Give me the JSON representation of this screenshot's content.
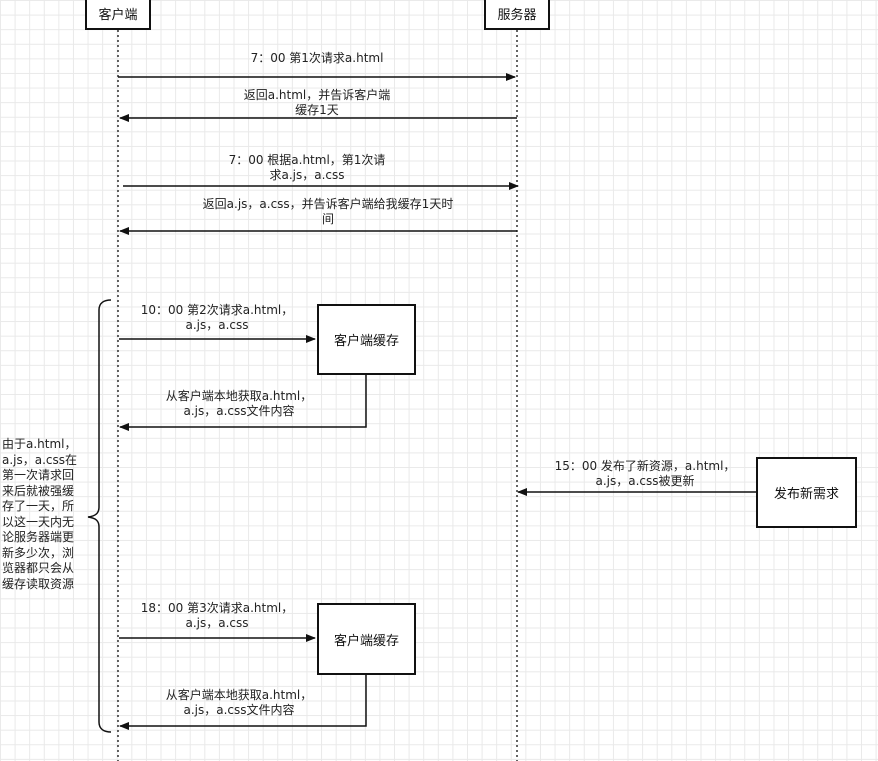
{
  "participants": {
    "client": "客户端",
    "server": "服务器"
  },
  "messages": [
    {
      "id": "m1",
      "lines": [
        "7：00 第1次请求a.html"
      ]
    },
    {
      "id": "m2",
      "lines": [
        "返回a.html，并告诉客户端",
        "缓存1天"
      ]
    },
    {
      "id": "m3",
      "lines": [
        "7：00 根据a.html，第1次请",
        "求a.js，a.css"
      ]
    },
    {
      "id": "m4",
      "lines": [
        "返回a.js，a.css，并告诉客户端给我缓存1天时",
        "间"
      ]
    },
    {
      "id": "m5",
      "lines": [
        "10：00 第2次请求a.html，",
        "a.js，a.css"
      ]
    },
    {
      "id": "m6",
      "lines": [
        "从客户端本地获取a.html，",
        "a.js，a.css文件内容"
      ]
    },
    {
      "id": "m7",
      "lines": [
        "15：00 发布了新资源，a.html，",
        "a.js，a.css被更新"
      ]
    },
    {
      "id": "m8",
      "lines": [
        "18：00 第3次请求a.html，",
        "a.js，a.css"
      ]
    },
    {
      "id": "m9",
      "lines": [
        "从客户端本地获取a.html，",
        "a.js，a.css文件内容"
      ]
    }
  ],
  "boxes": {
    "cache1": "客户端缓存",
    "cache2": "客户端缓存",
    "publish": "发布新需求"
  },
  "note": {
    "lines": [
      "由于a.html，",
      "a.js，a.css在",
      "第一次请求回",
      "来后就被强缓",
      "存了一天，所",
      "以这一天内无",
      "论服务器端更",
      "新多少次，浏",
      "览器都只会从",
      "缓存读取资源"
    ]
  }
}
